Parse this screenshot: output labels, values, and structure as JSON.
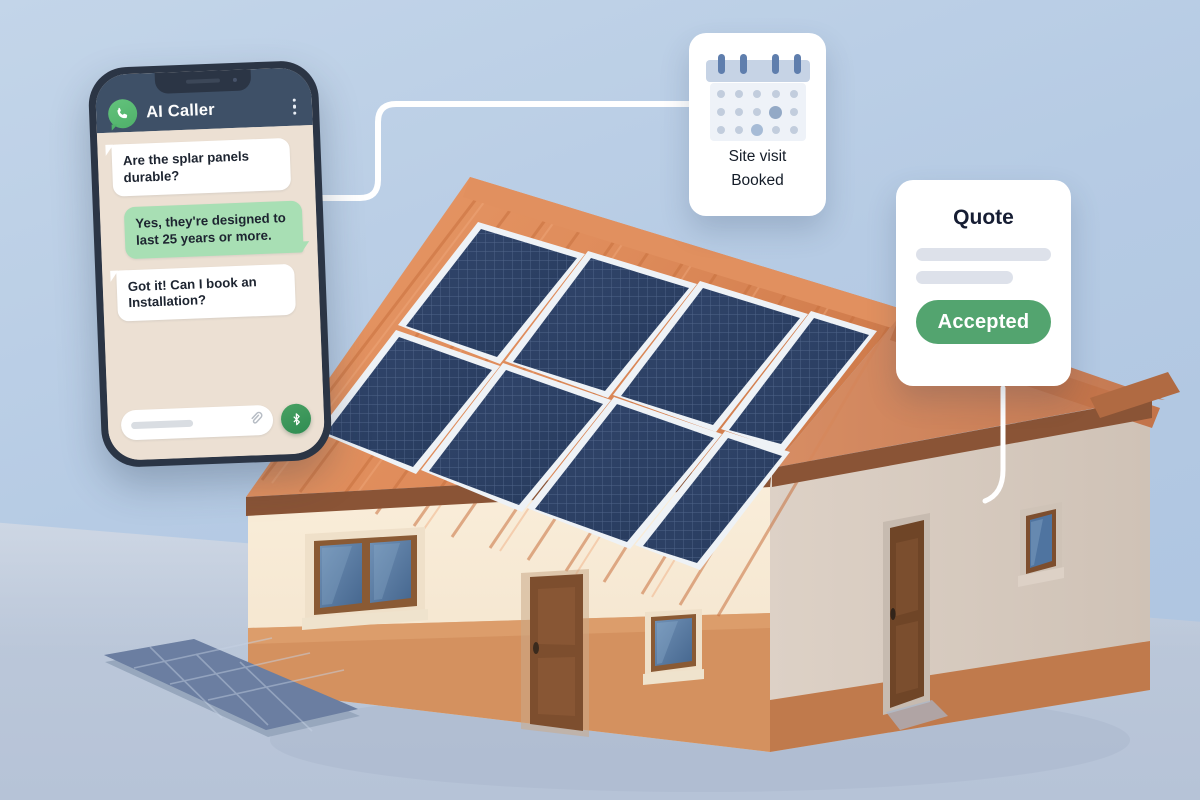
{
  "scene": {
    "title": "Solar installation AI caller illustration",
    "background_color": "#b9cde4",
    "ground_color": "#bcc8da"
  },
  "phone": {
    "header": {
      "app_name": "AI Caller",
      "avatar_icon": "whatsapp-phone-icon",
      "menu_icon": "kebab-menu-icon",
      "bar_color": "#3e5067",
      "avatar_color": "#4fb06a"
    },
    "messages": [
      {
        "id": "m1",
        "direction": "incoming",
        "text": "Are the splar panels durable?",
        "bubble_color": "#ffffff"
      },
      {
        "id": "m2",
        "direction": "outgoing",
        "text": "Yes, they're designed to last 25 years or more.",
        "bubble_color": "#a8dfb4"
      },
      {
        "id": "m3",
        "direction": "incoming",
        "text": "Got it! Can I book an Installation?",
        "bubble_color": "#ffffff"
      }
    ],
    "input": {
      "placeholder": "",
      "value": "",
      "attach_icon": "paperclip-icon",
      "send_icon": "microphone-icon",
      "send_color": "#2f8c52"
    },
    "chat_background": "#ece0d3"
  },
  "cards": {
    "calendar": {
      "icon": "calendar-icon",
      "line1": "Site visit",
      "line2": "Booked",
      "accent": "#5f7ead"
    },
    "quote": {
      "title": "Quote",
      "placeholder_lines": 2,
      "button_label": "Accepted",
      "button_color": "#53a46f"
    }
  },
  "house": {
    "roof_color": "#d87f4f",
    "roof_tile_highlight": "#e79a6b",
    "wall_front_color": "#f6e7d2",
    "wall_side_color": "#d8cbc0",
    "base_band_color": "#d08a57",
    "door_color": "#7b4b2c",
    "window_glass_color": "#5b7ca3",
    "panel_color": "#2c3f63",
    "panel_frame_color": "#eef2f6",
    "panel_count": 8
  },
  "connectors": {
    "phone_to_calendar": "white-elbow-line",
    "quote_to_house": "white-curve-line",
    "color": "#ffffff"
  }
}
